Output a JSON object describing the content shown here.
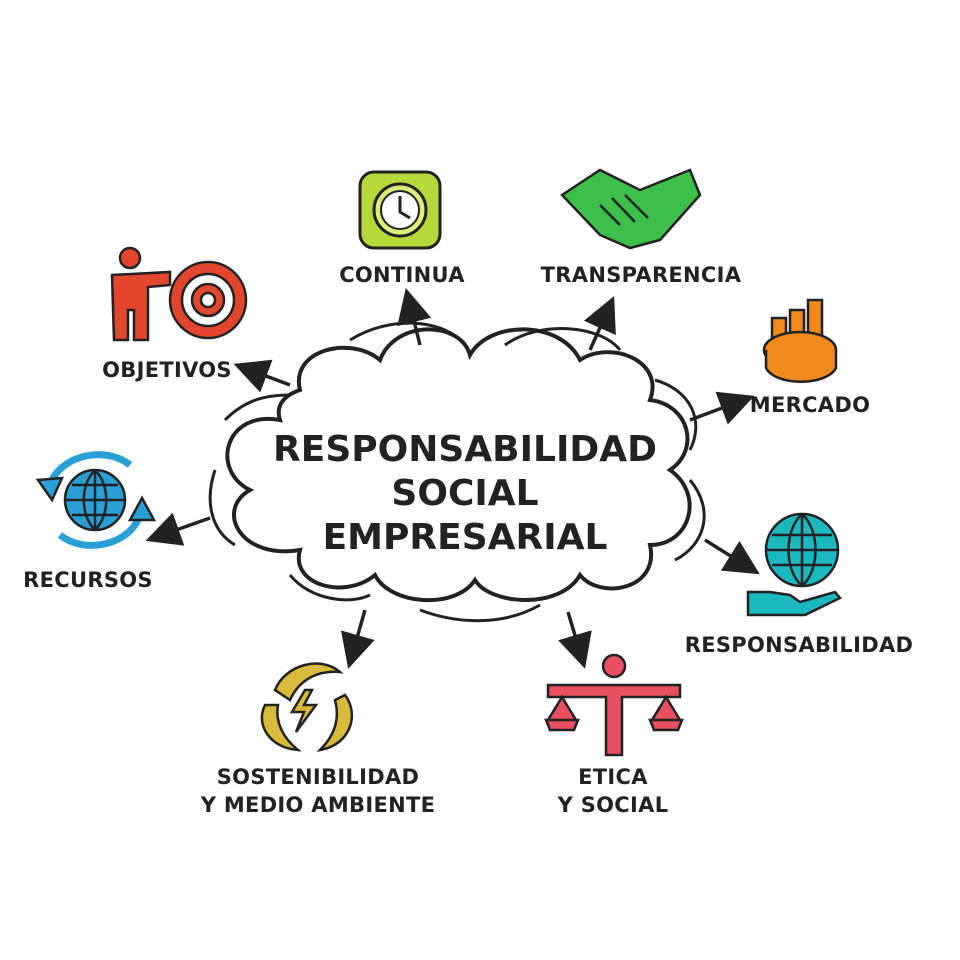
{
  "title": {
    "line1": "RESPONSABILIDAD",
    "line2": "SOCIAL",
    "line3": "EMPRESARIAL"
  },
  "nodes": {
    "continua": {
      "label": "CONTINUA",
      "icon": "clock-icon",
      "color": "#b5d93a"
    },
    "transparencia": {
      "label": "TRANSPARENCIA",
      "icon": "handshake-icon",
      "color": "#3cc04a"
    },
    "objetivos": {
      "label": "OBJETIVOS",
      "icon": "target-icon",
      "color": "#e2472d"
    },
    "mercado": {
      "label": "MERCADO",
      "icon": "bar-pie-chart-icon",
      "color": "#f08a1c"
    },
    "recursos": {
      "label": "RECURSOS",
      "icon": "globe-cycle-icon",
      "color": "#2a9fd6"
    },
    "responsabilidad": {
      "label": "RESPONSABILIDAD",
      "icon": "globe-hand-icon",
      "color": "#1cb8c0"
    },
    "sostenibilidad": {
      "line1": "SOSTENIBILIDAD",
      "line2": "Y MEDIO AMBIENTE",
      "icon": "leaves-energy-icon",
      "color": "#d8bb3a"
    },
    "etica": {
      "line1": "ETICA",
      "line2": "Y SOCIAL",
      "icon": "scales-icon",
      "color": "#e8505f"
    }
  }
}
